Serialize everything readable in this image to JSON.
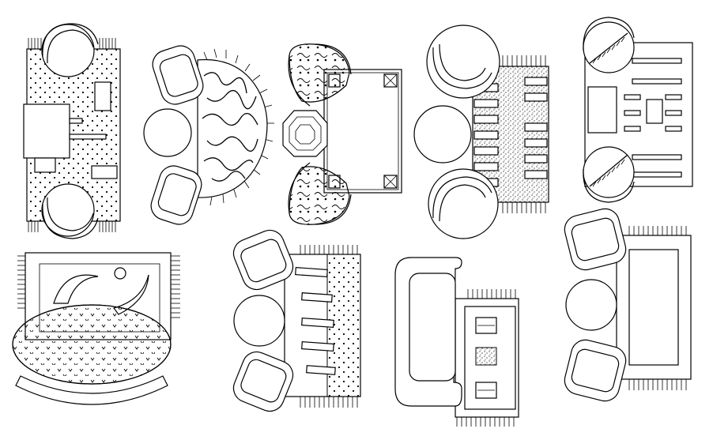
{
  "drawing": {
    "style": "black line-art CAD furniture plan blocks on white",
    "colors": {
      "line": "#000000",
      "background": "#ffffff"
    },
    "blocks": [
      {
        "kind": "desk-with-two-chairs-on-dotted-rug"
      },
      {
        "kind": "three-seats-on-semicircular-patterned-rug"
      },
      {
        "kind": "two-armchairs-octagon-table-framed-rug"
      },
      {
        "kind": "three-chairs-on-striped-speckled-rug"
      },
      {
        "kind": "two-chairs-on-striped-rug"
      },
      {
        "kind": "oval-dotted-table-on-framed-rug"
      },
      {
        "kind": "three-seats-on-bar-rug"
      },
      {
        "kind": "sofa-with-coffee-table-on-rug"
      },
      {
        "kind": "three-seats-on-framed-rug"
      }
    ]
  }
}
